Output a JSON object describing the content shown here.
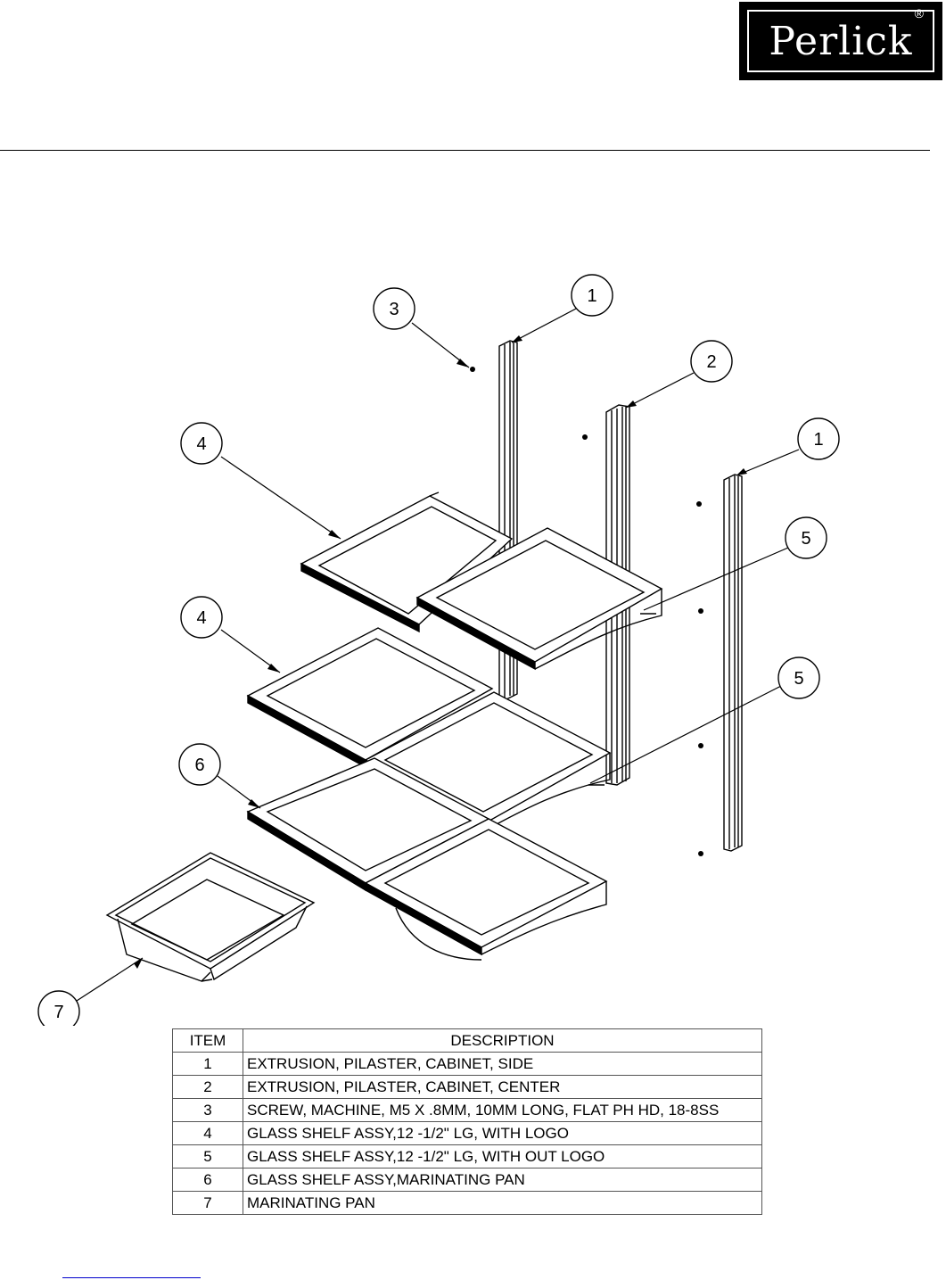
{
  "logo": {
    "text": "Perlick",
    "reg": "®"
  },
  "callouts": [
    "3",
    "1",
    "2",
    "1",
    "4",
    "5",
    "4",
    "5",
    "6",
    "7"
  ],
  "table": {
    "headers": [
      "ITEM",
      "DESCRIPTION"
    ],
    "rows": [
      [
        "1",
        "EXTRUSION, PILASTER, CABINET, SIDE"
      ],
      [
        "2",
        "EXTRUSION, PILASTER, CABINET, CENTER"
      ],
      [
        "3",
        "SCREW, MACHINE, M5 X .8MM, 10MM LONG, FLAT PH HD, 18-8SS"
      ],
      [
        "4",
        "GLASS SHELF ASSY,12 -1/2\" LG,  WITH LOGO"
      ],
      [
        "5",
        "GLASS SHELF ASSY,12 -1/2\" LG,  WITH OUT LOGO"
      ],
      [
        "6",
        "GLASS SHELF ASSY,MARINATING PAN"
      ],
      [
        "7",
        "MARINATING PAN"
      ]
    ]
  }
}
